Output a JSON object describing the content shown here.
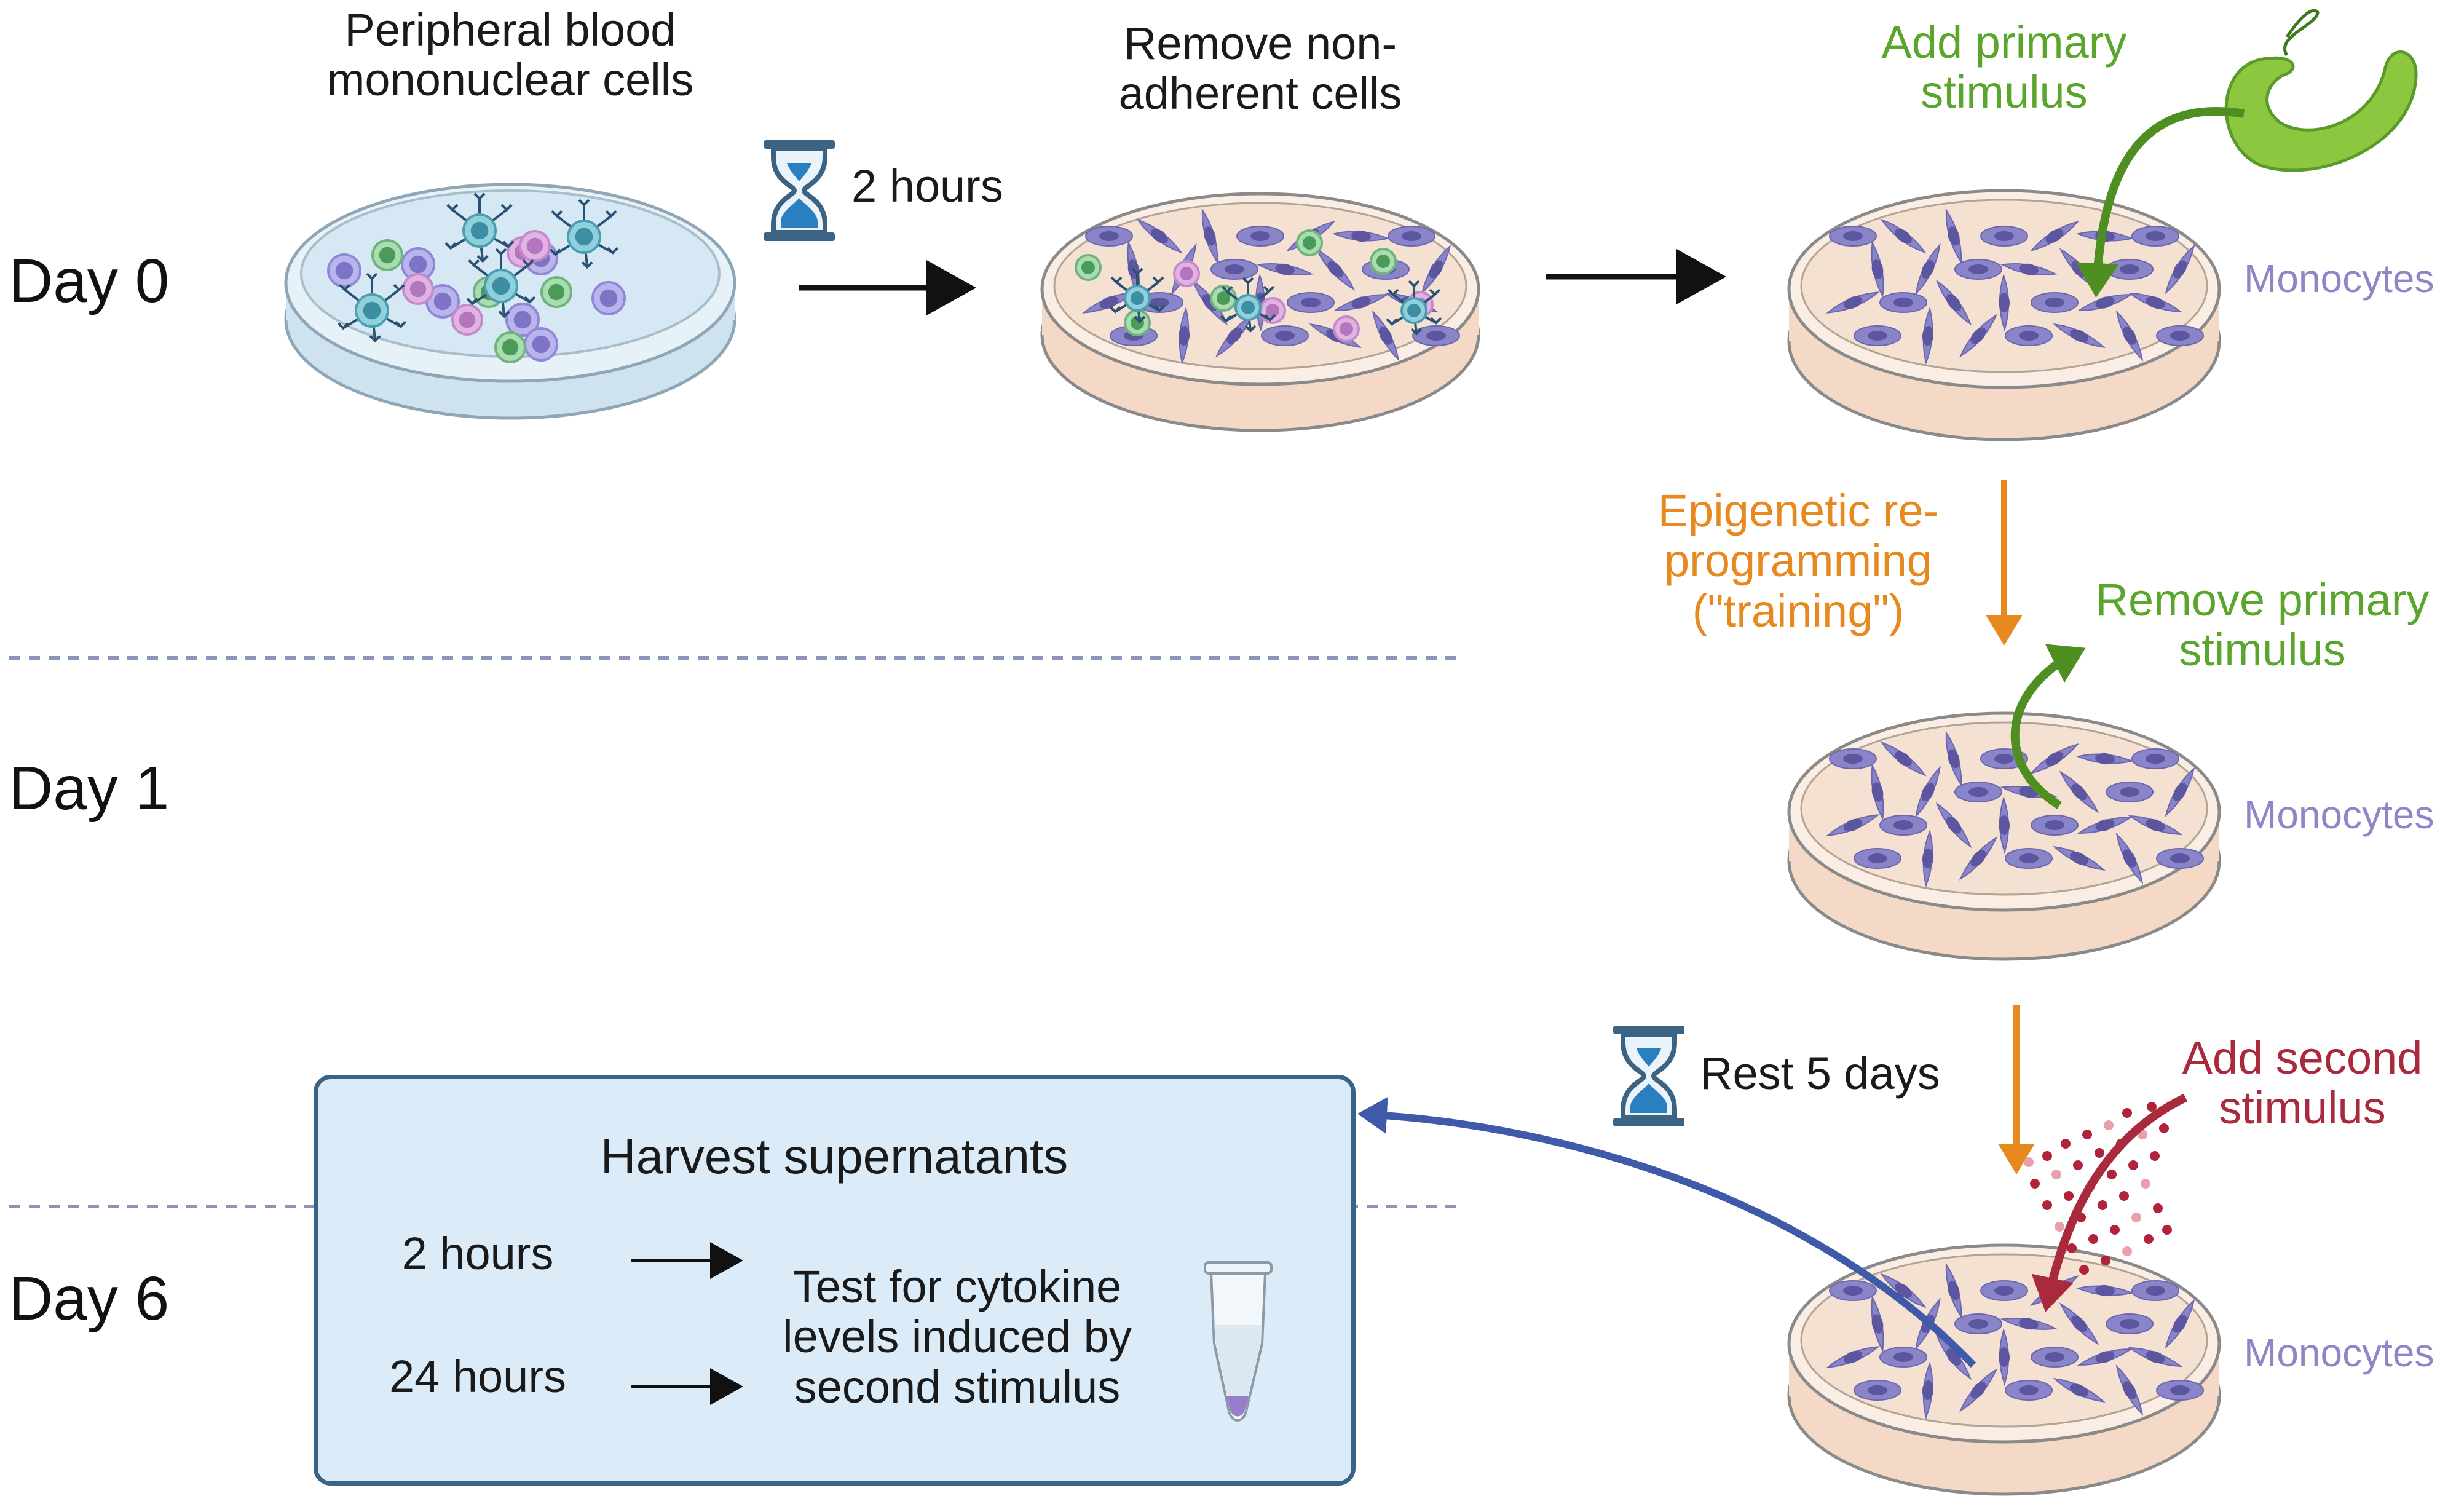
{
  "days": {
    "day0": "Day 0",
    "day1": "Day 1",
    "day6": "Day 6"
  },
  "steps": {
    "pbmc": "Peripheral blood\nmononuclear cells",
    "wait_time": "2 hours",
    "remove_nonadherent": "Remove non-\nadherent cells",
    "add_primary": "Add primary\nstimulus",
    "epigenetic": "Epigenetic re-\nprogramming\n(\"training\")",
    "remove_primary": "Remove primary\nstimulus",
    "rest": "Rest 5 days",
    "add_second": "Add second\nstimulus"
  },
  "monocyte_labels": [
    "Monocytes",
    "Monocytes",
    "Monocytes"
  ],
  "harvest": {
    "title": "Harvest supernatants",
    "time1": "2 hours",
    "time2": "24 hours",
    "test": "Test for cytokine\nlevels induced by\nsecond stimulus"
  },
  "colors": {
    "primary_stimulus": "#5aa62c",
    "training": "#e8891f",
    "second_stimulus": "#a82a3c",
    "monocyte_label": "#8e86c6",
    "harvest_box_fill": "#dcebf8",
    "harvest_box_border": "#3b6384",
    "harvest_arrow": "#3e5aa8"
  }
}
